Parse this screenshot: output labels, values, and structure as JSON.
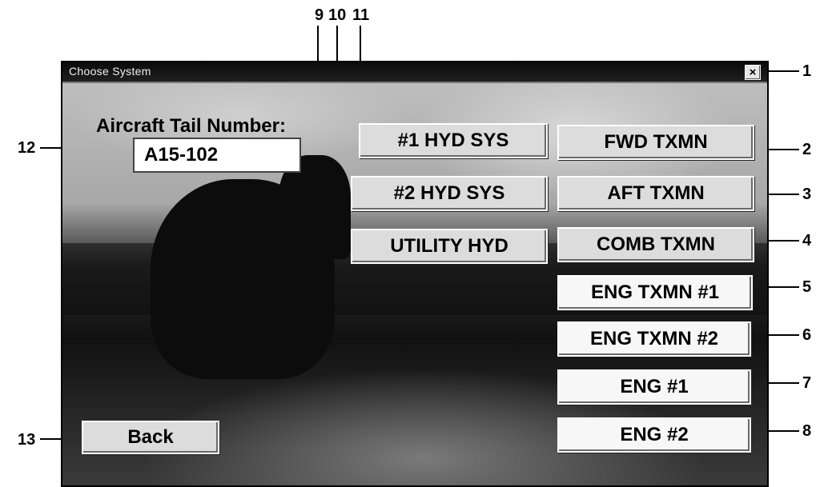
{
  "window": {
    "title": "Choose System",
    "close_glyph": "×"
  },
  "form": {
    "tail_label": "Aircraft Tail Number:",
    "tail_value": "A15-102"
  },
  "buttons": {
    "hyd1": "#1 HYD SYS",
    "hyd2": "#2 HYD SYS",
    "utility": "UTILITY HYD",
    "fwd": "FWD TXMN",
    "aft": "AFT TXMN",
    "comb": "COMB TXMN",
    "eng_txmn1": "ENG TXMN #1",
    "eng_txmn2": "ENG TXMN #2",
    "eng1": "ENG #1",
    "eng2": "ENG #2",
    "back": "Back"
  },
  "callouts": {
    "c1": "1",
    "c2": "2",
    "c3": "3",
    "c4": "4",
    "c5": "5",
    "c6": "6",
    "c7": "7",
    "c8": "8",
    "c9": "9",
    "c10": "10",
    "c11": "11",
    "c12": "12",
    "c13": "13"
  },
  "icons": {
    "close": "close-icon"
  }
}
